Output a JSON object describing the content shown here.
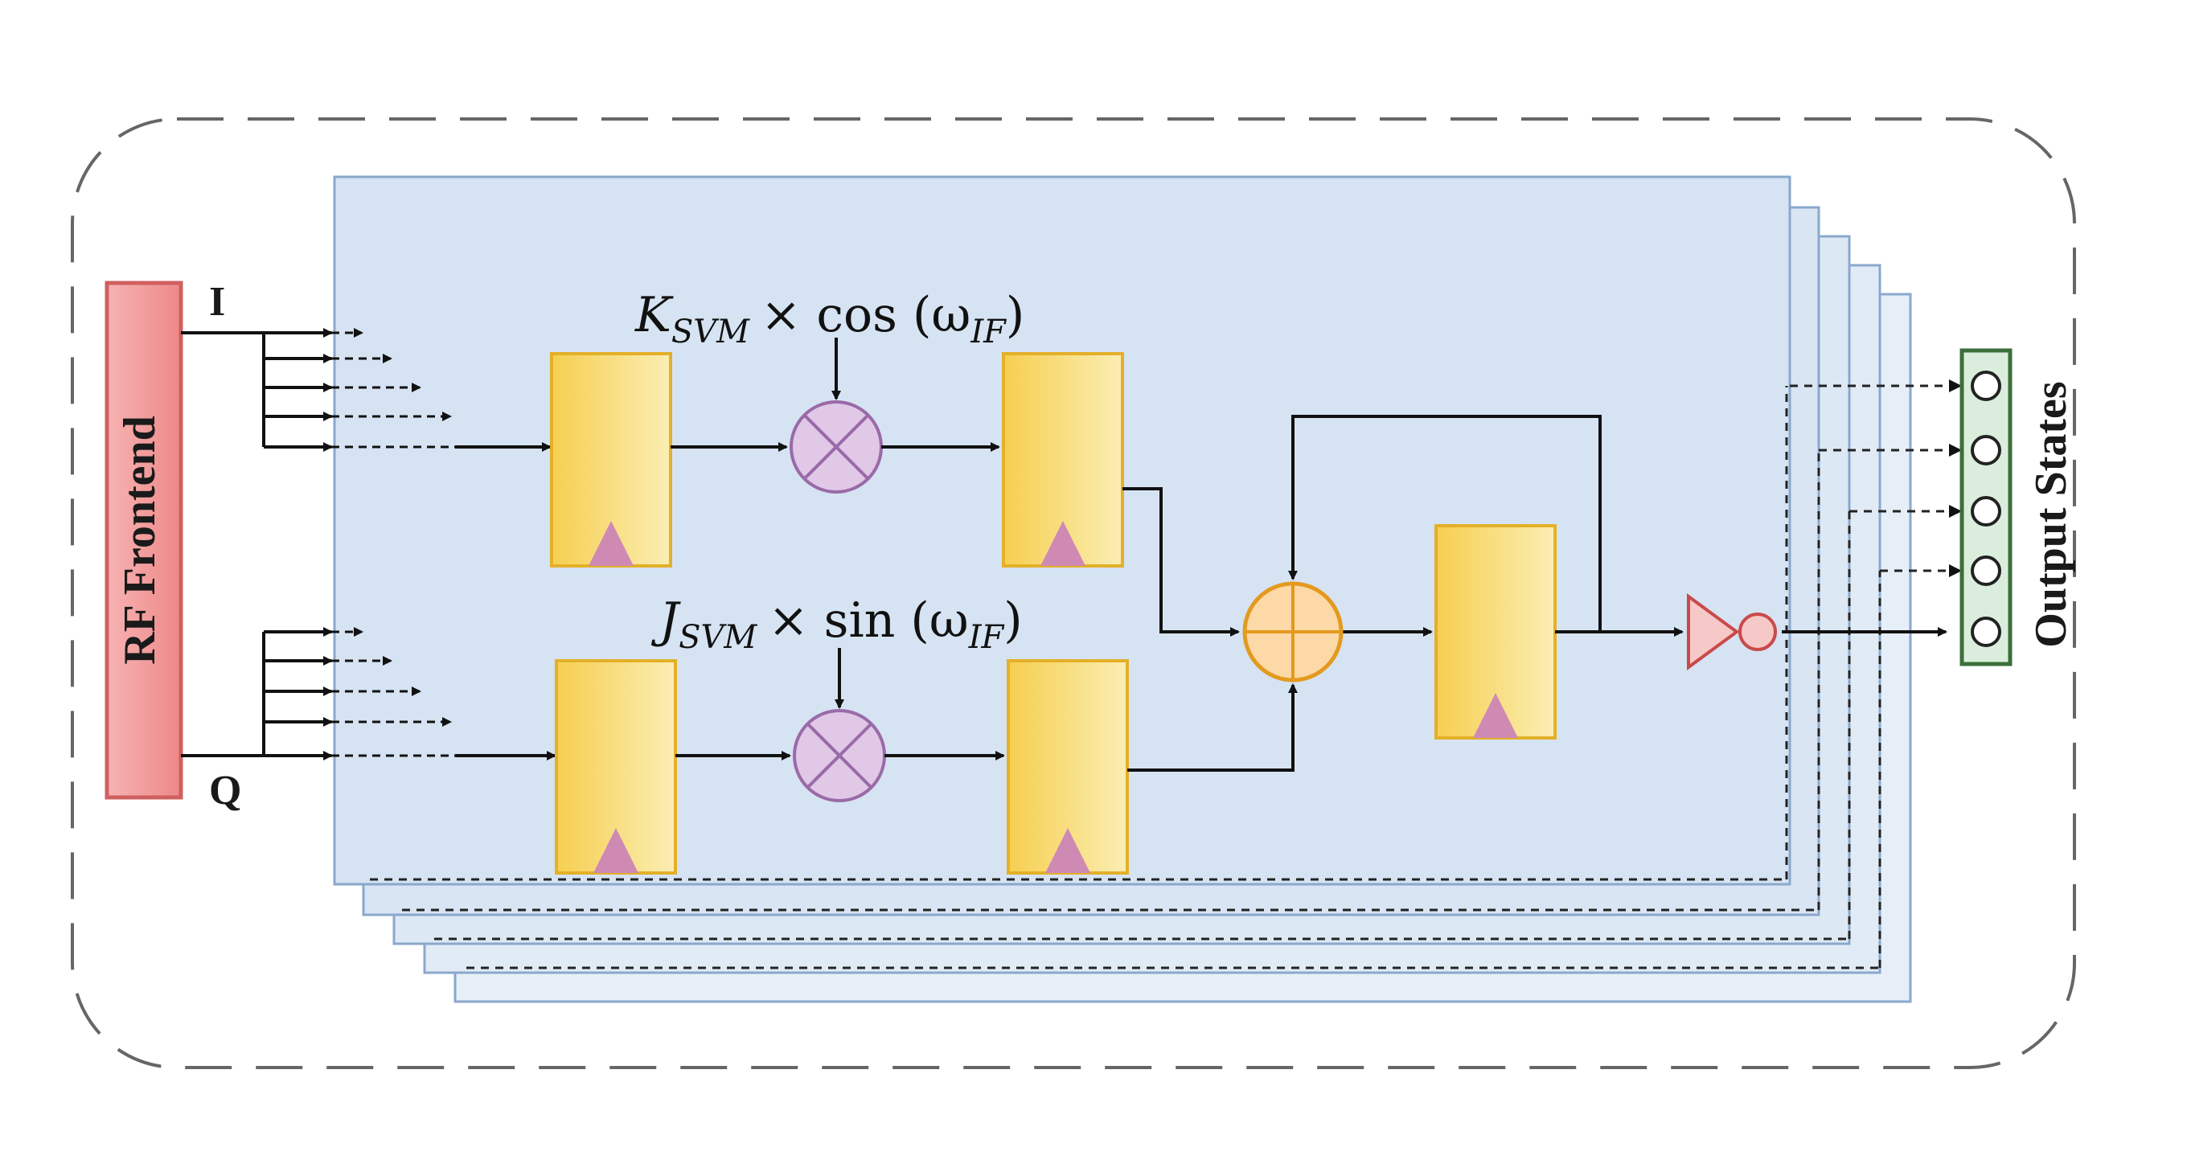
{
  "diagram": {
    "rf_frontend_label": "RF Frontend",
    "output_states_label": "Output States",
    "i_label": "I",
    "q_label": "Q",
    "top_coeff": {
      "name": "K",
      "sub": "SVM",
      "rest": "× cos (ω",
      "arg_sub": "IF",
      "close": ")"
    },
    "bottom_coeff": {
      "name": "J",
      "sub": "SVM",
      "rest": "× sin (ω",
      "arg_sub": "IF",
      "close": ")"
    },
    "output_state_count": 5,
    "layer_count": 5,
    "icons": [
      "multiplier-icon",
      "adder-icon",
      "clock-triangle-icon",
      "inverter-icon",
      "output-circle-icon"
    ],
    "colors": {
      "rf_fill": "#f3a0a0",
      "rf_stroke": "#d06060",
      "layer_fill": "#dce8f5",
      "layer_stroke": "#8aa8cc",
      "block_fill": "#f8d76a",
      "block_stroke": "#e3b028",
      "clock_fill": "#cf8ab4",
      "mult_fill": "#e0c8e6",
      "mult_stroke": "#9a6aa8",
      "adder_fill": "#fcd9a6",
      "adder_stroke": "#e39a1e",
      "inverter_stroke": "#c94a4a",
      "output_fill": "#dbeedd",
      "output_stroke": "#3b6f3b",
      "wire": "#111111"
    }
  }
}
